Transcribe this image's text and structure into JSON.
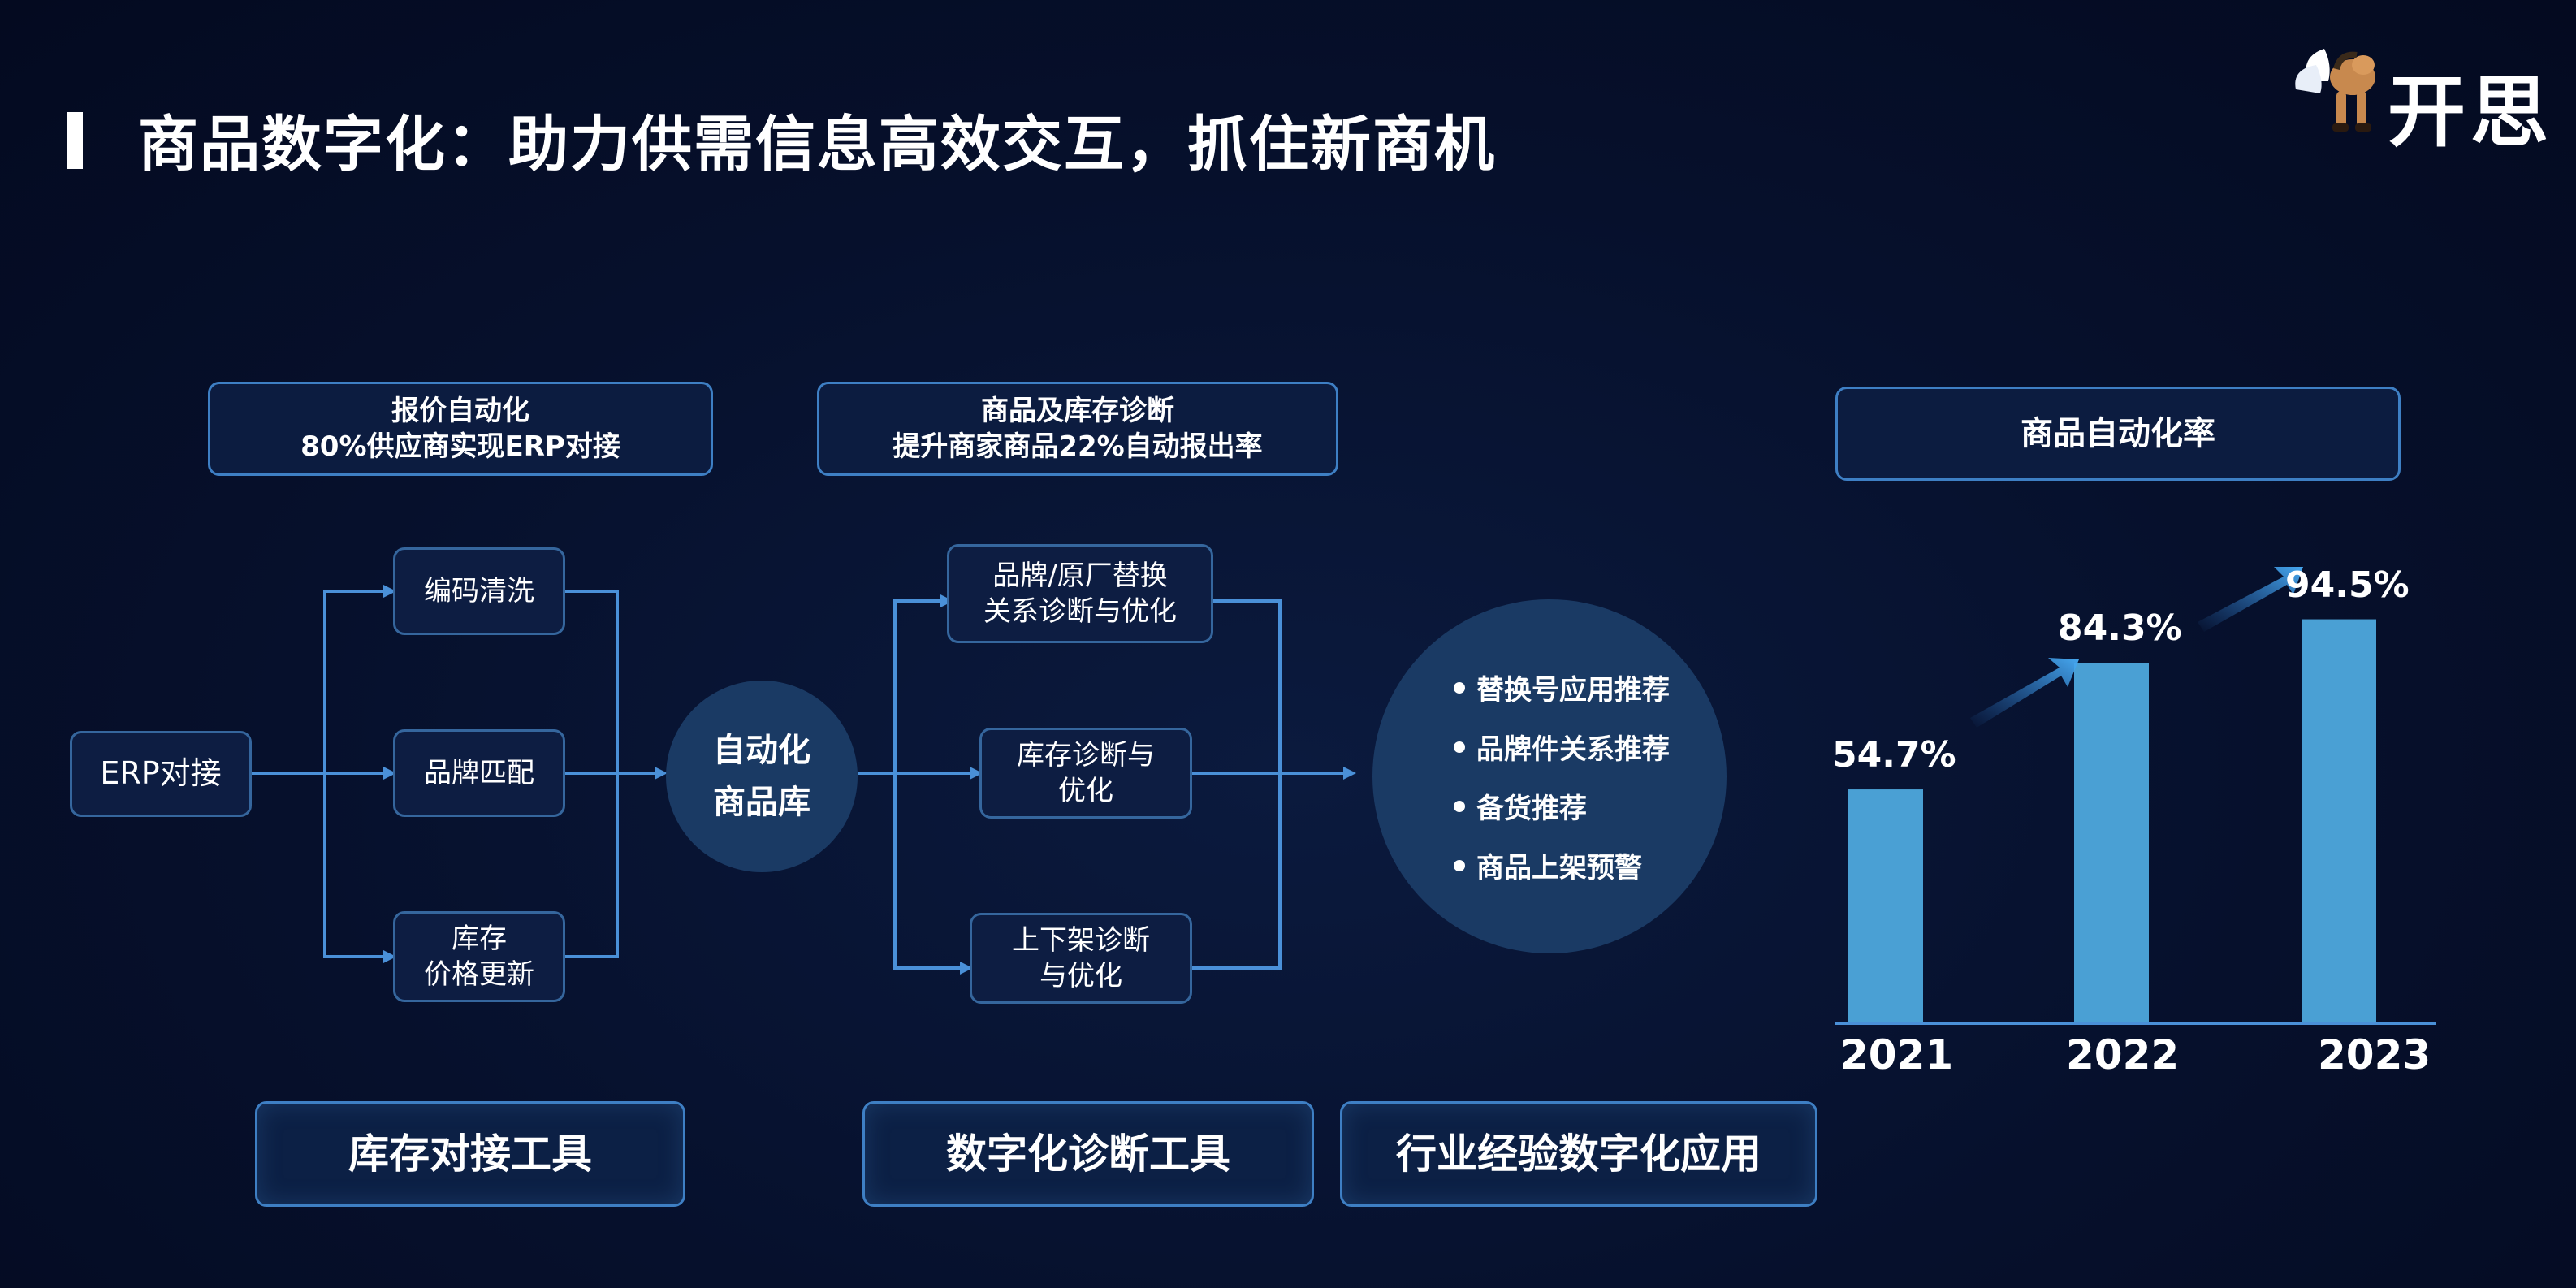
{
  "title": "商品数字化：助力供需信息高效交互，抓住新商机",
  "logo": {
    "text": "开思"
  },
  "headers": {
    "quote_auto": {
      "line1": "报价自动化",
      "line2": "80%供应商实现ERP对接"
    },
    "diagnosis": {
      "line1": "商品及库存诊断",
      "line2": "提升商家商品22%自动报出率"
    },
    "chart_title": "商品自动化率"
  },
  "nodes": {
    "erp": "ERP对接",
    "code_clean": "编码清洗",
    "brand_match": {
      "line1": "品牌匹配"
    },
    "stock_price": {
      "line1": "库存",
      "line2": "价格更新"
    },
    "auto_lib": {
      "line1": "自动化",
      "line2": "商品库"
    },
    "brand_relation": {
      "line1": "品牌/原厂替换",
      "line2": "关系诊断与优化"
    },
    "stock_diag": {
      "line1": "库存诊断与",
      "line2": "优化"
    },
    "shelf_diag": {
      "line1": "上下架诊断",
      "line2": "与优化"
    }
  },
  "applications": [
    "替换号应用推荐",
    "品牌件关系推荐",
    "备货推荐",
    "商品上架预警"
  ],
  "tools": [
    "库存对接工具",
    "数字化诊断工具",
    "行业经验数字化应用"
  ],
  "chart_data": {
    "type": "bar",
    "title": "商品自动化率",
    "categories": [
      "2021",
      "2022",
      "2023"
    ],
    "values": [
      54.7,
      84.3,
      94.5
    ],
    "labels": [
      "54.7%",
      "84.3%",
      "94.5%"
    ],
    "ylim": [
      0,
      100
    ],
    "bar_color": "#4aa0d4"
  },
  "colors": {
    "accent": "#3e7fc4",
    "line": "#4a90d8",
    "bar": "#4aa0d4"
  }
}
